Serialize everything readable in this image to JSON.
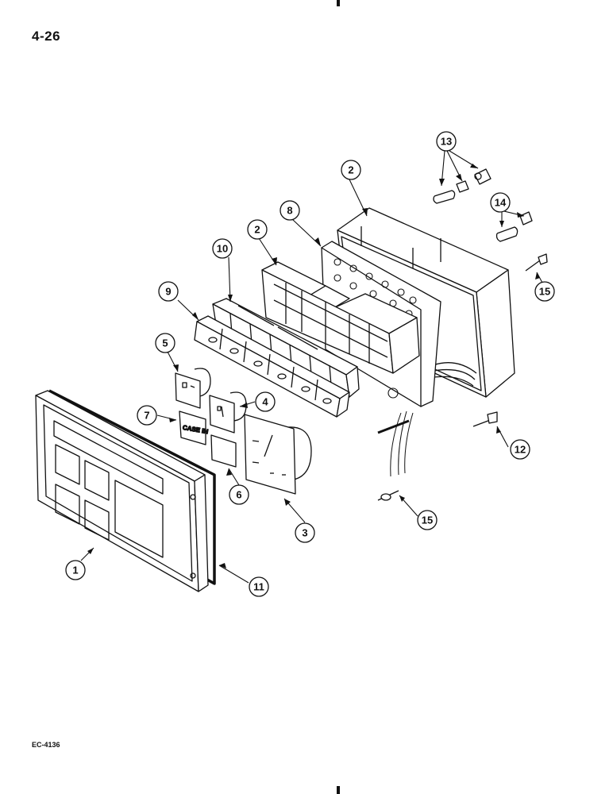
{
  "page": {
    "number": "4-26",
    "figure_code": "EC-4136"
  },
  "diagram": {
    "badge_text": "CASE IH",
    "callouts": [
      {
        "id": "callout-1",
        "label": "1",
        "part": "panel-bezel"
      },
      {
        "id": "callout-2a",
        "label": "2",
        "part": "rear-housing"
      },
      {
        "id": "callout-2b",
        "label": "2",
        "part": "front-housing"
      },
      {
        "id": "callout-3",
        "label": "3",
        "part": "gauge"
      },
      {
        "id": "callout-4",
        "label": "4",
        "part": "indicator-module"
      },
      {
        "id": "callout-5",
        "label": "5",
        "part": "indicator-module-upper"
      },
      {
        "id": "callout-6",
        "label": "6",
        "part": "blank-plate"
      },
      {
        "id": "callout-7",
        "label": "7",
        "part": "case-badge"
      },
      {
        "id": "callout-8",
        "label": "8",
        "part": "mounting-plate"
      },
      {
        "id": "callout-9",
        "label": "9",
        "part": "lens-strip"
      },
      {
        "id": "callout-10",
        "label": "10",
        "part": "lens-frame"
      },
      {
        "id": "callout-11",
        "label": "11",
        "part": "gasket"
      },
      {
        "id": "callout-12",
        "label": "12",
        "part": "bulb-holder"
      },
      {
        "id": "callout-13",
        "label": "13",
        "part": "bulb-socket"
      },
      {
        "id": "callout-14",
        "label": "14",
        "part": "bulb-socket-small"
      },
      {
        "id": "callout-15a",
        "label": "15",
        "part": "screw-upper"
      },
      {
        "id": "callout-15b",
        "label": "15",
        "part": "screw-lower"
      }
    ]
  }
}
